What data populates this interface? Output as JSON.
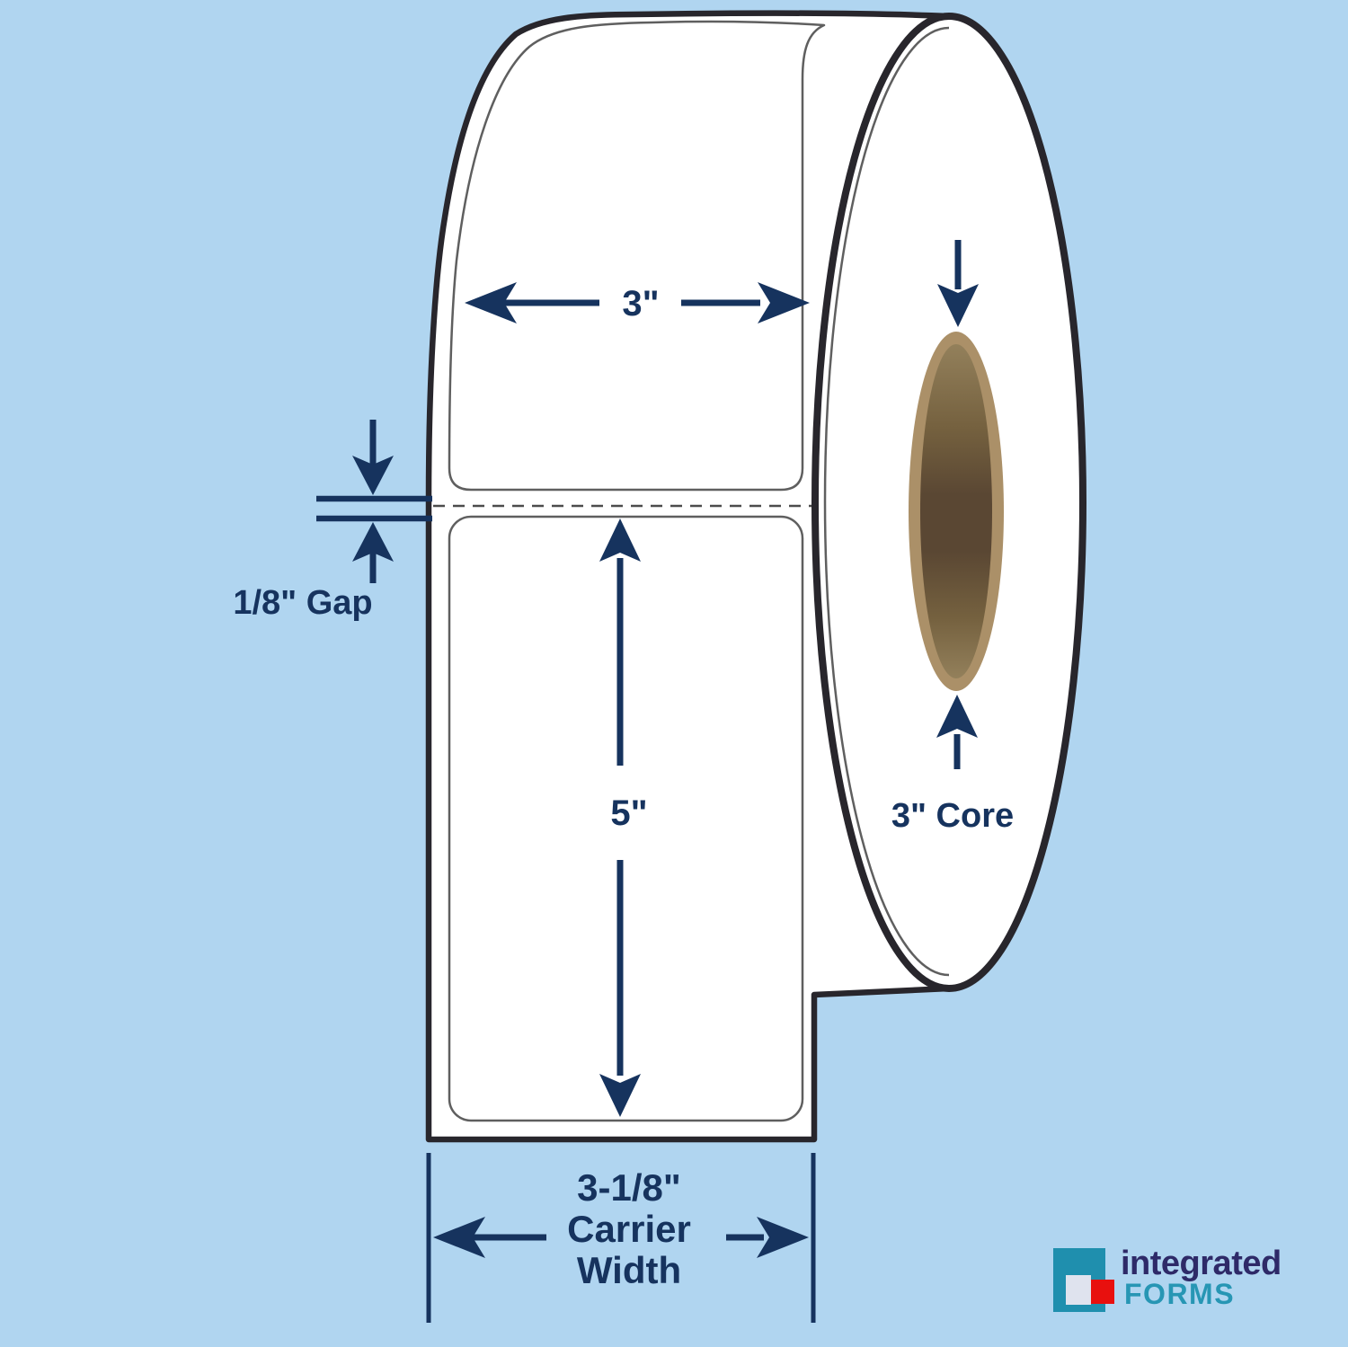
{
  "diagram": {
    "title": "label-roll-specification-diagram",
    "dimensions": {
      "label_width": "3\"",
      "gap": "1/8\" Gap",
      "label_length": "5\"",
      "core": "3\" Core",
      "carrier_line1": "3-1/8\"",
      "carrier_line2": "Carrier",
      "carrier_line3": "Width"
    },
    "logo": {
      "word_top": "integrated",
      "word_bottom": "FORMS"
    },
    "colors": {
      "background": "#b0d5f0",
      "paper": "#ffffff",
      "outline": "#28262c",
      "label_line": "#5f5f5f",
      "dashed_line": "#4c4c4c",
      "annotation": "#16335e",
      "core_rim": "#ab9068",
      "core_light": "#93805b",
      "core_mid": "#75613f",
      "core_dark": "#5a4733",
      "logo_teal": "#1f8fae",
      "logo_light": "#dfe3ee",
      "logo_red": "#e8100e",
      "logo_text_top": "#2e2a68",
      "logo_text_bottom": "#2796b4"
    }
  }
}
